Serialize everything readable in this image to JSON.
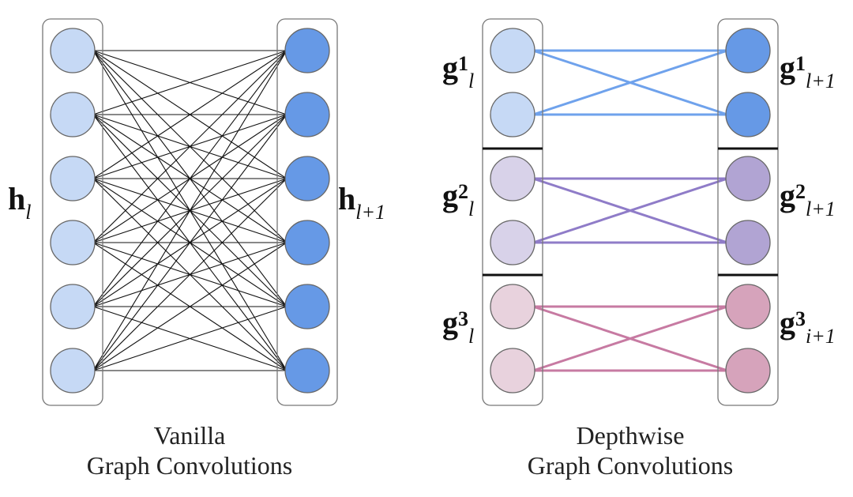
{
  "vanilla": {
    "caption_line1": "Vanilla",
    "caption_line2": "Graph Convolutions",
    "input_label": {
      "base": "h",
      "sub": "l"
    },
    "output_label": {
      "base": "h",
      "sub": "l+1"
    },
    "node_count": 6,
    "connection": "fully-connected",
    "colors": {
      "input_fill": "#c6d9f5",
      "output_fill": "#6699e6",
      "edge": "#111111",
      "stroke": "#666666"
    }
  },
  "depthwise": {
    "caption_line1": "Depthwise",
    "caption_line2": "Graph Convolutions",
    "groups": [
      {
        "input_label": {
          "base": "g",
          "sup": "1",
          "sub": "l"
        },
        "output_label": {
          "base": "g",
          "sup": "1",
          "sub": "l+1"
        },
        "input_fill": "#c6d9f5",
        "output_fill": "#6699e6",
        "edge": "#6fa2ec"
      },
      {
        "input_label": {
          "base": "g",
          "sup": "2",
          "sub": "l"
        },
        "output_label": {
          "base": "g",
          "sup": "2",
          "sub": "l+1"
        },
        "input_fill": "#d8d2e9",
        "output_fill": "#b1a4d3",
        "edge": "#8f7cc8"
      },
      {
        "input_label": {
          "base": "g",
          "sup": "3",
          "sub": "l"
        },
        "output_label": {
          "base": "g",
          "sup": "3",
          "sub": "i+1"
        },
        "input_fill": "#e8d2dd",
        "output_fill": "#d6a3bb",
        "edge": "#c77aa2"
      }
    ],
    "nodes_per_group": 2
  }
}
